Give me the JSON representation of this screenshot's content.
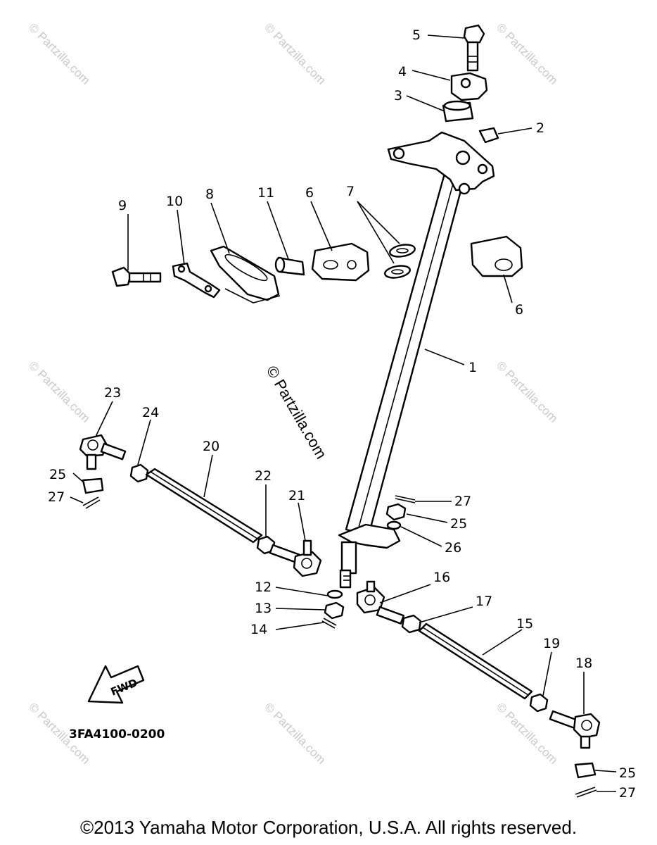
{
  "diagram": {
    "drawing_code": "3FA4100-0200",
    "direction_arrow_label": "FWD",
    "copyright": "©2013 Yamaha Motor Corporation, U.S.A. All rights reserved.",
    "watermark": "© Partzilla.com",
    "callouts": [
      "5",
      "4",
      "3",
      "2",
      "9",
      "10",
      "8",
      "11",
      "6",
      "7",
      "6",
      "1",
      "23",
      "24",
      "20",
      "22",
      "21",
      "25",
      "27",
      "27",
      "25",
      "26",
      "12",
      "13",
      "14",
      "16",
      "17",
      "15",
      "19",
      "18",
      "25",
      "27"
    ]
  }
}
